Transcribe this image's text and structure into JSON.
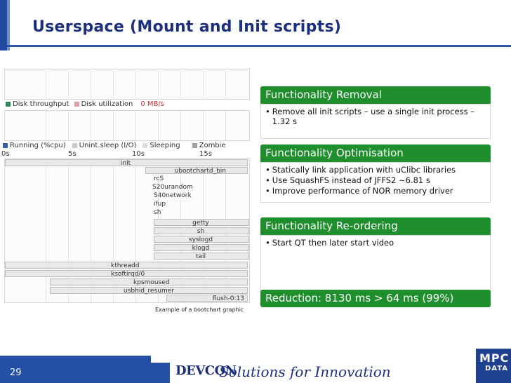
{
  "slide": {
    "title": "Userspace (Mount and Init scripts)",
    "page_number": "29"
  },
  "bootchart": {
    "legend_disk": [
      {
        "label": "Disk throughput",
        "color": "#2e8b57"
      },
      {
        "label": "Disk utilization",
        "color": "#d9a0a0"
      },
      {
        "label": "0 MB/s",
        "color": "#d22d2d"
      }
    ],
    "legend_cpu": [
      {
        "label": "Running (%cpu)",
        "color": "#3a5fa0"
      },
      {
        "label": "Unint.sleep (I/O)",
        "color": "#c8c8c8"
      },
      {
        "label": "Sleeping",
        "color": "#dcdcdc"
      },
      {
        "label": "Zombie",
        "color": "#a0a0a0"
      }
    ],
    "time_ticks": [
      "0s",
      "5s",
      "10s",
      "15s"
    ],
    "processes": [
      "init",
      "ubootchartd_bin",
      "rcS",
      "S20urandom",
      "S40network",
      "ifup",
      "sh",
      "getty",
      "sh",
      "syslogd",
      "klogd",
      "tail",
      "kthreadd",
      "ksoftirqd/0",
      "kpsmoused",
      "usbhid_resumer",
      "flush-0:13"
    ],
    "caption": "Example of a bootchart graphic"
  },
  "panels": [
    {
      "heading": "Functionality Removal",
      "bullets": [
        "Remove all init scripts – use a single init process – 1.32 s"
      ]
    },
    {
      "heading": "Functionality Optimisation",
      "bullets": [
        "Statically link application with uClibc libraries",
        "Use SquashFS instead of JFFS2 ~6.81 s",
        "Improve performance of NOR memory driver"
      ]
    },
    {
      "heading": "Functionality Re-ordering",
      "bullets": [
        "Start QT then later start video"
      ]
    },
    {
      "heading": "Reduction: 8130 ms > 64 ms (99%)",
      "bullets": []
    }
  ],
  "footer": {
    "logo": "DEVCON",
    "tagline": "Solutions for Innovation",
    "brand_top": "MPC",
    "brand_bottom": "DATA"
  },
  "colors": {
    "title": "#1b2f7e",
    "panel_green": "#1e8f2c",
    "footer_blue": "#2550a8"
  }
}
